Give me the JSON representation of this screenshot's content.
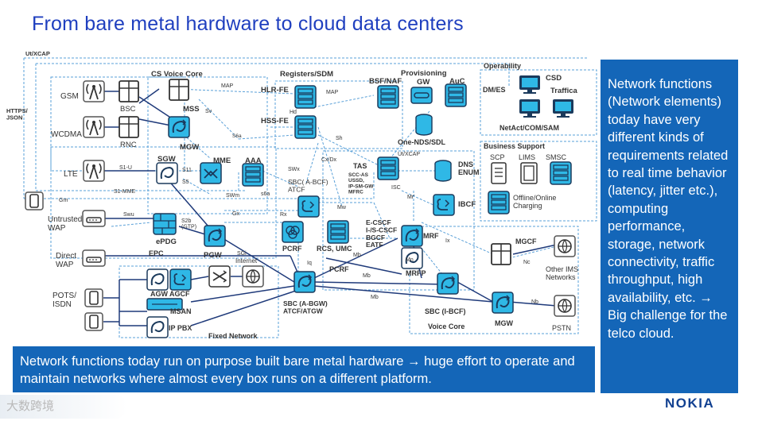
{
  "title": "From bare metal hardware to cloud data centers",
  "labels": {
    "ut_xcap_top": "Ut/XCAP",
    "https_json": "HTTPS/\nJSON",
    "gsm": "GSM",
    "wcdma": "WCDMA",
    "lte": "LTE",
    "untrusted_wap": "Untrusted\nWAP",
    "direct_wap": "Direct\nWAP",
    "pots_isdn": "POTS/\nISDN",
    "bsc": "BSC",
    "rnc": "RNC",
    "cs_voice_core": "CS  Voice Core",
    "mss": "MSS",
    "mgw": "MGW",
    "sgw": "SGW",
    "mme": "MME",
    "aaa": "AAA",
    "registers_sdm": "Registers/SDM",
    "hlr_fe": "HLR-FE",
    "hss_fe": "HSS-FE",
    "provisioning": "Provisioning",
    "bsf_naf": "BSF/NAF",
    "gw": "GW",
    "auc": "AuC",
    "one_nds": "One-NDS/SDL",
    "operability": "Operability",
    "dm_es": "DM/ES",
    "csd": "CSD",
    "traffica": "Traffica",
    "netact": "NetAct/COM/SAM",
    "business_support": "Business Support",
    "scp": "SCP",
    "lims": "LIMS",
    "smsc": "SMSC",
    "offline_online": "Offline/Online\nCharging",
    "tas": "TAS",
    "tas_sub": "SCC-AS\nUSSD,\nIP-SM-GW\nMFRC",
    "dns_enum": "DNS\nENUM",
    "ut_xcap_mid": "Ut/XCAP",
    "isc": "ISC",
    "mr": "Mr'",
    "ibcf": "IBCF",
    "sbc_abcf": "SBC( A-BCF)\nATCF",
    "swx": "SWx",
    "cx_dx": "Cx/Dx",
    "sh": "Sh",
    "hd": "Hd",
    "map1": "MAP",
    "map2": "MAP",
    "sv": "Sv",
    "s6a_top": "S6a",
    "s6a": "s6a",
    "s11": "S11",
    "s5": "S5",
    "s1u": "S1-U",
    "s1mme": "S1-MME",
    "swm": "SWm",
    "gm": "Gm",
    "swu": "Swu",
    "s2b": "S2b\n(GTP)",
    "epdg": "ePDG",
    "epc": "EPC",
    "gx": "Gx",
    "rx": "Rx",
    "mw": "Mw",
    "pcrf1": "PCRF",
    "rcs_umc": "RCS, UMC",
    "ecscf": "E-CSCF\nI-/S-CSCF\nBGCF\nEATF",
    "mrf": "MRF",
    "ix": "Ix",
    "mn": "Mn",
    "mrfp": "MRFP",
    "mb1": "Mb",
    "mb2": "Mb",
    "mb3": "Mb",
    "iq": "Iq",
    "pcrf2": "PCRF",
    "pgw": "PGW",
    "sgi": "SGi",
    "internet": "Internet",
    "agw": "AGW",
    "agcf": "AGCF",
    "msan": "MSAN",
    "ip_pbx": "IP PBX",
    "fixed_network": "Fixed Network",
    "sbc_abgw": "SBC (A-BGW)\nATCF/ATGW",
    "sbc_ibcf": "SBC (I-BCF)",
    "voice_core": "Voice Core",
    "mgcf": "MGCF",
    "nc": "Nc",
    "nb": "Nb",
    "mgw2": "MGW",
    "other_ims": "Other IMS\nNetworks",
    "pstn": "PSTN"
  },
  "side_text": "Network functions (Network elements) today have very different kinds of requirements related to real time behavior (latency, jitter etc.), computing performance, storage, network connectivity, traffic throughput, high availability, etc. → Big challenge for the telco cloud.",
  "bottom_text": "Network functions today run on purpose built bare metal hardware → huge effort to operate and maintain networks where almost every box runs on a different platform.",
  "logo": "NOKIA",
  "watermark": "大数跨境",
  "colors": {
    "title": "#1f3fbf",
    "box_fill": "#1466b8",
    "node_cyan": "#2fb8e6",
    "node_dark": "#1b3a5c",
    "line_blue": "#1f3a7a"
  }
}
